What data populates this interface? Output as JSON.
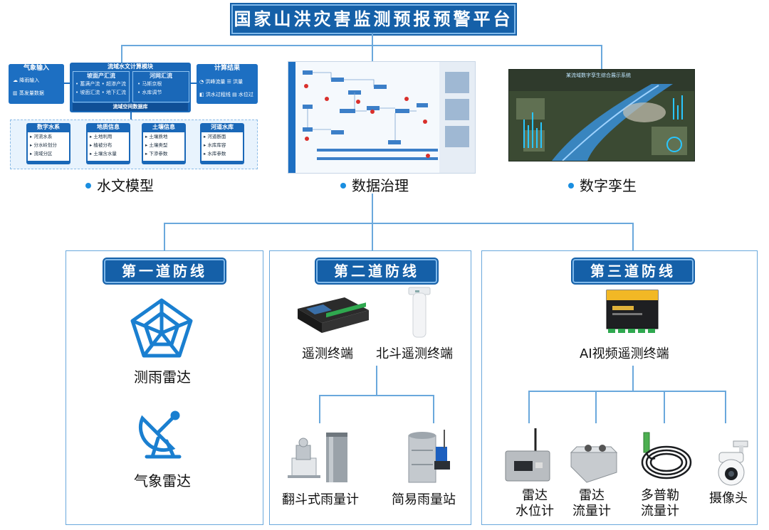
{
  "title": "国家山洪灾害监测预报预警平台",
  "top_modules": [
    {
      "label": "水文模型"
    },
    {
      "label": "数据治理"
    },
    {
      "label": "数字孪生"
    }
  ],
  "hydro": {
    "weather_box": {
      "title": "气象输入",
      "items": [
        "降雨输入",
        "蒸发量数据"
      ]
    },
    "process_box": {
      "title": "流域水文计算模块",
      "runoff_title": "坡面产汇流",
      "runoff_items": [
        "蓄满产流",
        "超渗产流",
        "坡面汇流",
        "地下汇流"
      ],
      "channel_title": "河网汇流",
      "channel_items": [
        "马斯京根",
        "水库调节"
      ],
      "db_label": "流域空间数据库"
    },
    "result_box": {
      "title": "计算结果",
      "items": [
        "洪峰流量",
        "洪量",
        "洪水过程线",
        "水位过程"
      ]
    },
    "bottom_boxes": [
      {
        "title": "数字水系",
        "items": [
          "河流水系",
          "分水岭划分",
          "流域分区"
        ]
      },
      {
        "title": "地质信息",
        "items": [
          "土地利用",
          "植被分布",
          "土壤含水量"
        ]
      },
      {
        "title": "土壤信息",
        "items": [
          "土壤质地",
          "土壤类型",
          "下渗参数"
        ]
      },
      {
        "title": "河道水库",
        "items": [
          "河道断面",
          "水库库容",
          "水库参数"
        ]
      }
    ]
  },
  "twin": {
    "caption": "某流域数字孪生综合展示系统"
  },
  "lines": [
    {
      "label": "第一道防线",
      "items": [
        "测雨雷达",
        "气象雷达"
      ]
    },
    {
      "label": "第二道防线",
      "top_items": [
        "遥测终端",
        "北斗遥测终端"
      ],
      "bottom_items": [
        "翻斗式雨量计",
        "简易雨量站"
      ]
    },
    {
      "label": "第三道防线",
      "top_item": "AI视频遥测终端",
      "bottom_items": [
        [
          "雷达",
          "水位计"
        ],
        [
          "雷达",
          "流量计"
        ],
        [
          "多普勒",
          "流量计"
        ],
        [
          "摄像头"
        ]
      ]
    }
  ],
  "colors": {
    "primary": "#1560a8",
    "accent": "#1a8ee0",
    "line": "#6aa8dc"
  }
}
